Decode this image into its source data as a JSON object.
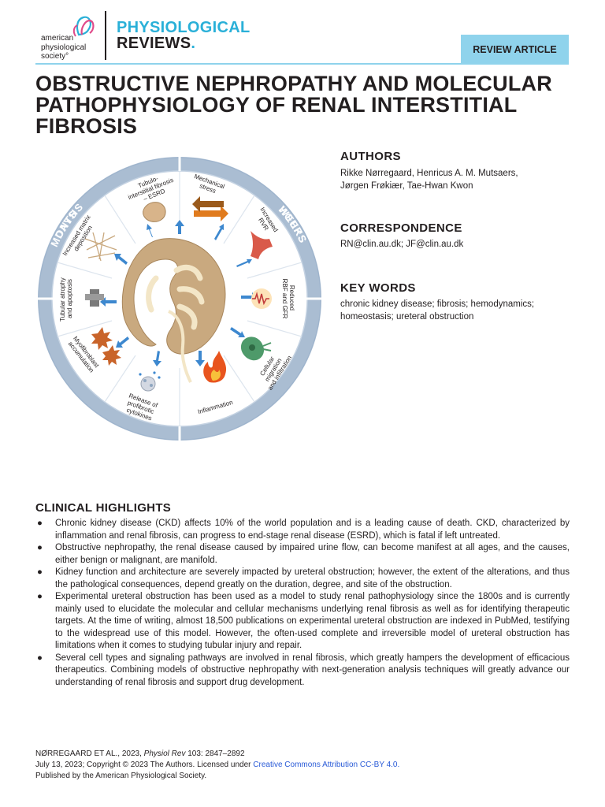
{
  "header": {
    "society_lines": [
      "american",
      "physiological",
      "society°"
    ],
    "journal_line1": "PHYSIOLOGICAL",
    "journal_line2": "REVIEWS",
    "journal_line2_dot": ".",
    "badge": "REVIEW ARTICLE"
  },
  "title": "OBSTRUCTIVE NEPHROPATHY AND MOLECULAR PATHOPHYSIOLOGY OF RENAL INTERSTITIAL FIBROSIS",
  "authors": {
    "heading": "AUTHORS",
    "line1": "Rikke Nørregaard, Henricus A. M. Mutsaers,",
    "line2": "Jørgen Frøkiær, Tae-Hwan Kwon"
  },
  "correspondence": {
    "heading": "CORRESPONDENCE",
    "text": "RN@clin.au.dk; JF@clin.au.dk"
  },
  "keywords": {
    "heading": "KEY WORDS",
    "line1": "chronic kidney disease; fibrosis; hemodynamics;",
    "line2": "homeostasis; ureteral obstruction"
  },
  "figure": {
    "rings": {
      "months": "MONTHS",
      "hours": "HOURS",
      "days": "DAYS",
      "weeks": "WEEKS"
    },
    "labels": {
      "fibrosis": [
        "Tubulo-",
        "interstitial fibrosis",
        "– ESRD"
      ],
      "mechanical": [
        "Mechanical",
        "stress"
      ],
      "rvr": [
        "Increased",
        "RVR"
      ],
      "rbf": [
        "Reduced",
        "RBF and GFR"
      ],
      "cellular": [
        "Cellular",
        "migration",
        "and infiltration"
      ],
      "inflammation": [
        "Inflammation"
      ],
      "cytokines": [
        "Release of",
        "profibrotic",
        "cytokines"
      ],
      "myofibroblast": [
        "Myofibroblast",
        "accumulation"
      ],
      "atrophy": [
        "Tubular atrophy",
        "and apoptosis"
      ],
      "matrix": [
        "Increased matrix",
        "deposition"
      ]
    }
  },
  "highlights": {
    "heading": "CLINICAL HIGHLIGHTS",
    "bullet": "●",
    "items": [
      "Chronic kidney disease (CKD) affects 10% of the world population and is a leading cause of death. CKD, characterized by inflammation and renal fibrosis, can progress to end-stage renal disease (ESRD), which is fatal if left untreated.",
      "Obstructive nephropathy, the renal disease caused by impaired urine flow, can become manifest at all ages, and the causes, either benign or malignant, are manifold.",
      "Kidney function and architecture are severely impacted by ureteral obstruction; however, the extent of the alterations, and thus the pathological consequences, depend greatly on the duration, degree, and site of the obstruction.",
      "Experimental ureteral obstruction has been used as a model to study renal pathophysiology since the 1800s and is currently mainly used to elucidate the molecular and cellular mechanisms underlying renal fibrosis as well as for identifying therapeutic targets. At the time of writing, almost 18,500 publications on experimental ureteral obstruction are indexed in PubMed, testifying to the widespread use of this model. However, the often-used complete and irreversible model of ureteral obstruction has limitations when it comes to studying tubular injury and repair.",
      "Several cell types and signaling pathways are involved in renal fibrosis, which greatly hampers the development of efficacious therapeutics. Combining models of obstructive nephropathy with next-generation analysis techniques will greatly advance our understanding of renal fibrosis and support drug development."
    ]
  },
  "footer": {
    "authors": "NØRREGAARD ET AL., 2023,",
    "journal": "Physiol Rev",
    "citation": "103: 2847–2892",
    "date_copyright": "July 13, 2023; Copyright © 2023 The Authors. Licensed under",
    "license": "Creative Commons Attribution CC-BY 4.0.",
    "publisher": "Published by the American Physiological Society."
  },
  "colors": {
    "cyan": "#2ab0d8",
    "badge_bg": "#8fd3ec",
    "ring": "#aabdd2",
    "ring_dark": "#8fa6c0",
    "arrow": "#3d88cf",
    "kidney": "#c9a97f",
    "link": "#2a5bd7"
  }
}
